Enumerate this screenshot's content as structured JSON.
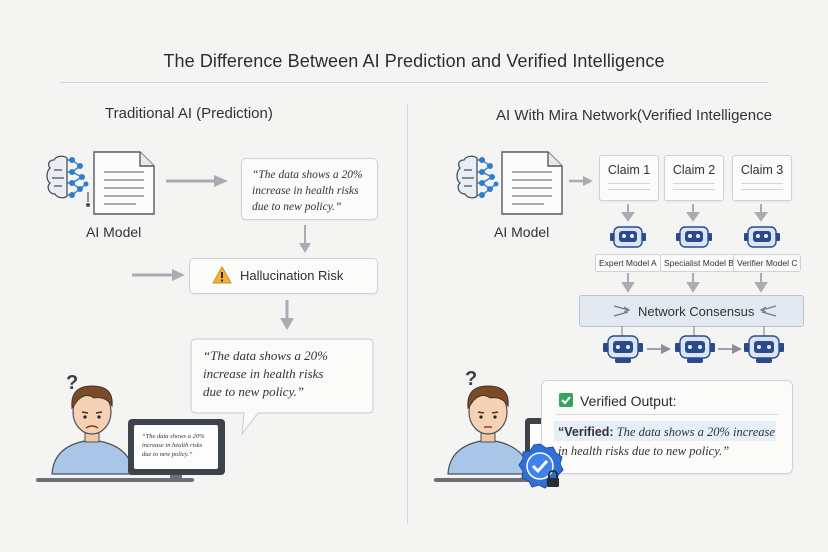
{
  "title": "The Difference Between AI Prediction and Verified Intelligence",
  "left": {
    "heading": "Traditional AI (Prediction)",
    "model_label": "AI Model",
    "output_quote": "“The data shows a 20% increase in health risks due to new policy.”",
    "risk_label": "Hallucination Risk",
    "final_quote_line1": "“The data shows a 20%",
    "final_quote_line2": "increase in health risks",
    "final_quote_line3": "due to new policy.”",
    "screen_text_line1": "“The data shows a 20%",
    "screen_text_line2": "increase in health risks",
    "screen_text_line3": "due to new policy.”"
  },
  "right": {
    "heading": "AI With Mira Network(Verified Intelligence",
    "model_label": "AI Model",
    "claims": [
      "Claim 1",
      "Claim 2",
      "Claim 3"
    ],
    "models": [
      "Expert Model A",
      "Specialist Model B",
      "Verifier Model C"
    ],
    "consensus_label": "Network Consensus",
    "verified_title": "Verified Output:",
    "verified_prefix": "“Verified:",
    "verified_line1": "The data shows a 20% increase",
    "verified_line2": "in health risks due to new policy.”"
  },
  "colors": {
    "brain_blue": "#2f7ec9",
    "robot_blue": "#2b4a8c",
    "check_green": "#3aa35b",
    "warning_amber": "#f0b23a",
    "badge_blue": "#2f6fd6"
  },
  "icons": [
    "brain-icon",
    "document-icon",
    "warning-icon",
    "robot-icon",
    "check-icon",
    "badge-icon",
    "lock-icon",
    "question-icon"
  ]
}
